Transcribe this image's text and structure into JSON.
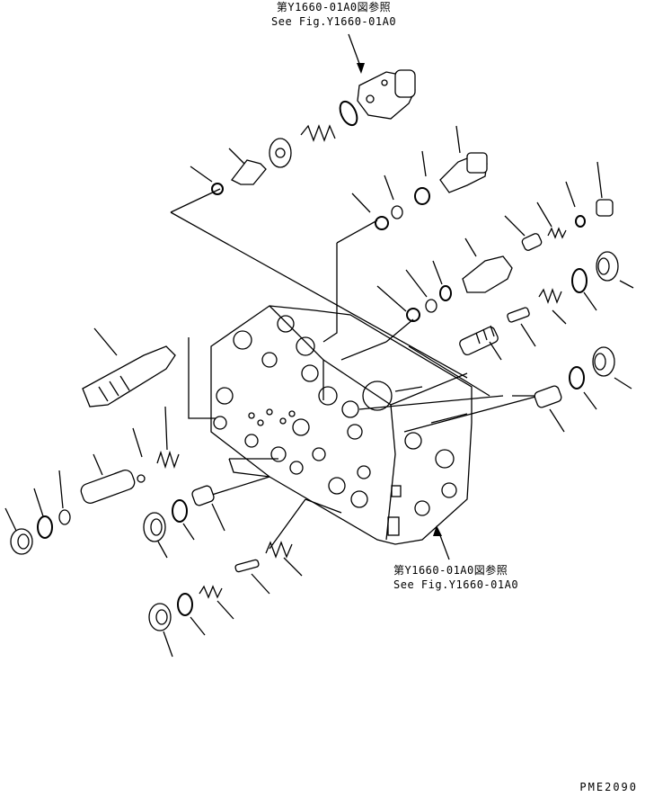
{
  "references": {
    "top": {
      "line_jp": "第Y1660-01A0図参照",
      "line_en": "See Fig.Y1660-01A0"
    },
    "bottom": {
      "line_jp": "第Y1660-01A0図参照",
      "line_en": "See Fig.Y1660-01A0"
    }
  },
  "drawing_code": "PME2090"
}
